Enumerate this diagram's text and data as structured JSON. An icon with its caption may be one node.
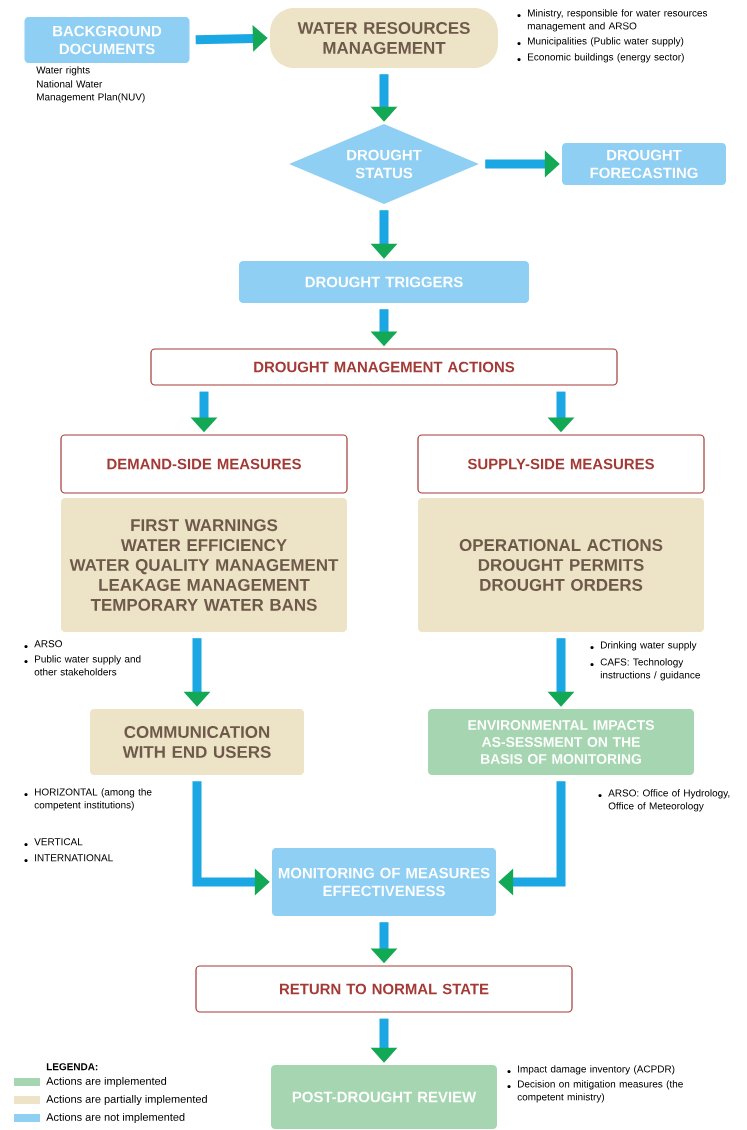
{
  "diagram": {
    "nodes": [
      {
        "text": [
          "BACKGROUND DOCUMENTS"
        ],
        "beside": [
          "Water rights",
          "National Water Management Plan(NUV)"
        ]
      },
      {
        "text": [
          "WATER RESOURCES MANAGEMENT"
        ],
        "beside": [
          "Ministry, responsible for water resources management and ARSO",
          "Municipalities (Public water supply)",
          "Economic buildings (energy sector)"
        ]
      },
      {
        "text": [
          "DROUGHT STATUS"
        ]
      },
      {
        "text": [
          "DROUGHT FORECASTING"
        ]
      },
      {
        "text": [
          "DROUGHT TRIGGERS"
        ]
      },
      {
        "text": [
          "DROUGHT MANAGEMENT ACTIONS"
        ]
      },
      {
        "text": [
          "DEMAND-SIDE MEASURES"
        ]
      },
      {
        "text": [
          "SUPPLY-SIDE MEASURES"
        ]
      },
      {
        "text": [
          "FIRST WARNINGS",
          "WATER EFFICIENCY",
          "WATER QUALITY MANAGEMENT",
          "LEAKAGE MANAGEMENT",
          "TEMPORARY WATER BANS"
        ]
      },
      {
        "text": [
          "OPERATIONAL ACTIONS",
          "DROUGHT PERMITS",
          "DROUGHT ORDERS"
        ]
      },
      {
        "text": [
          "COMMUNICATION WITH END USERS"
        ]
      },
      {
        "text": [
          "ENVIRONMENTAL IMPACTS AS-SESSMENT ON THE BASIS OF MONITORING"
        ]
      },
      {
        "text": [
          "MONITORING OF MEASURES EFFECTIVENESS"
        ]
      },
      {
        "text": [
          "RETURN TO NORMAL STATE"
        ]
      },
      {
        "text": [
          "POST-DROUGHT REVIEW"
        ]
      }
    ],
    "edges": [
      {
        "from": 0,
        "to": 1,
        "arrow": "to"
      },
      {
        "from": 1,
        "to": 2,
        "arrow": "to"
      },
      {
        "from": 2,
        "to": 3,
        "arrow": "to"
      },
      {
        "from": 2,
        "to": 4,
        "arrow": "to"
      },
      {
        "from": 4,
        "to": 5,
        "arrow": "to"
      },
      {
        "from": 5,
        "to": 6,
        "arrow": "to"
      },
      {
        "from": 5,
        "to": 7,
        "arrow": "to"
      },
      {
        "from": 8,
        "to": 10,
        "arrow": "to"
      },
      {
        "from": 9,
        "to": 11,
        "arrow": "to"
      },
      {
        "from": 10,
        "to": 12,
        "arrow": "to"
      },
      {
        "from": 11,
        "to": 12,
        "arrow": "to"
      },
      {
        "from": 12,
        "to": 13,
        "arrow": "to"
      },
      {
        "from": 13,
        "to": 14,
        "arrow": "to"
      }
    ],
    "labels": [
      "ARSO",
      "Public water supply and other stakeholders",
      "Drinking water supply",
      "CAFS: Technology instructions / guidance",
      "HORIZONTAL (among the competent institutions)",
      "VERTICAL",
      "INTERNATIONAL",
      "ARSO: Office of Hydrology, Office of Meteorology",
      "LEGENDA:",
      "Impact damage inventory (ACPDR)",
      "Decision on mitigation measures (the competent ministry)"
    ],
    "legend": [
      {
        "text": "Actions are implemented",
        "color": "#a6d6b1"
      },
      {
        "text": "Actions are partially implemented",
        "color": "#ede3c6"
      },
      {
        "text": "Actions are not implemented",
        "color": "#8ecff3"
      }
    ]
  }
}
